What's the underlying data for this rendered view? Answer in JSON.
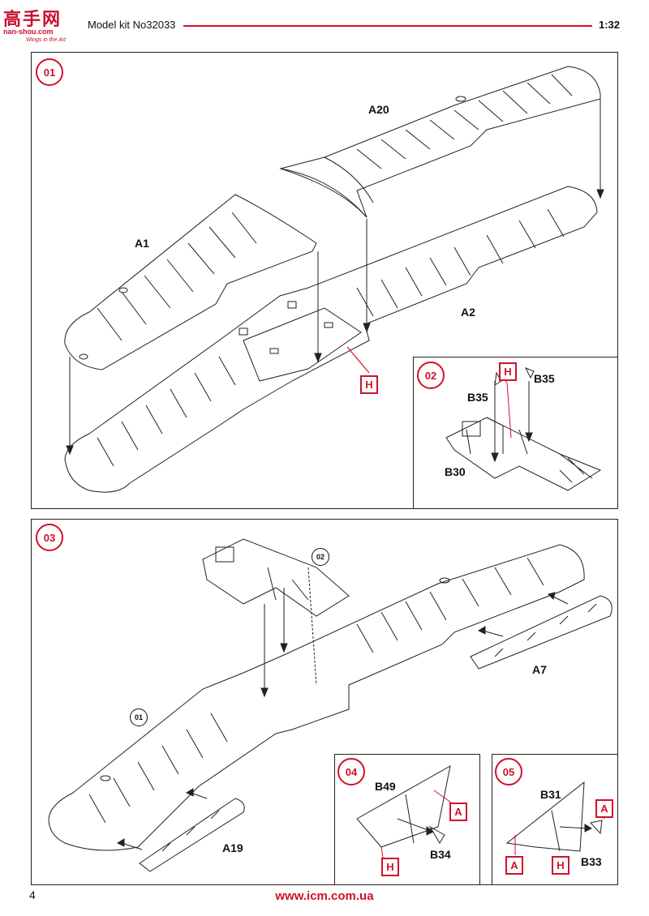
{
  "header": {
    "logo_cn": "高手网",
    "logo_site": "nan-shou.com",
    "logo_tag": "Wings in the Art",
    "title": "Model kit No32033",
    "scale": "1:32"
  },
  "steps": {
    "s01": "01",
    "s02": "02",
    "s03": "03",
    "s04": "04",
    "s05": "05"
  },
  "parts": {
    "a20": "A20",
    "a1": "A1",
    "a2": "A2",
    "h": "H",
    "b35a": "B35",
    "b35b": "B35",
    "b30": "B30",
    "ref02": "02",
    "ref01": "01",
    "a7": "A7",
    "a19": "A19",
    "b49": "B49",
    "b34": "B34",
    "b31": "B31",
    "b33": "B33",
    "a": "A"
  },
  "colors": {
    "accent": "#d0102a"
  },
  "footer": {
    "page": "4",
    "url": "www.icm.com.ua"
  }
}
